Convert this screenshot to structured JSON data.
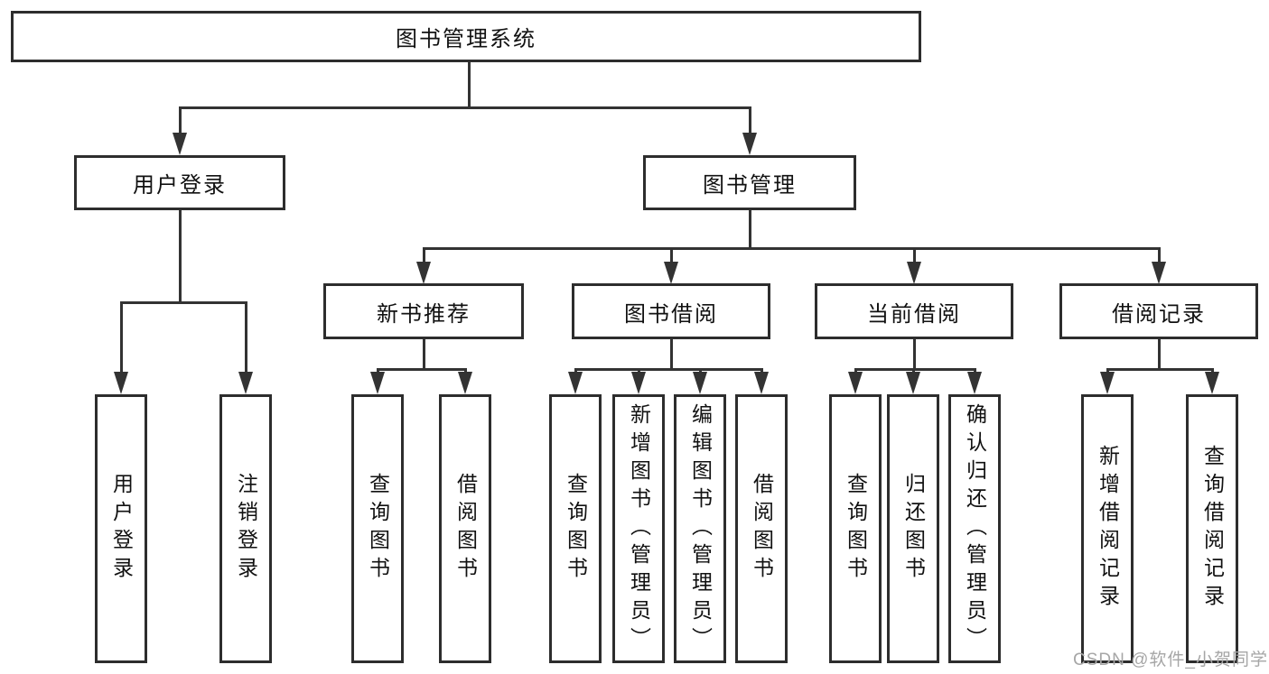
{
  "colors": {
    "line": "#333333",
    "box_border": "#2d2d2d",
    "text": "#111111",
    "watermark": "#a6a6a6",
    "background": "#ffffff"
  },
  "tree": {
    "label": "图书管理系统",
    "children": [
      {
        "label": "用户登录",
        "children": [
          {
            "label": "用户登录"
          },
          {
            "label": "注销登录"
          }
        ]
      },
      {
        "label": "图书管理",
        "children": [
          {
            "label": "新书推荐",
            "children": [
              {
                "label": "查询图书"
              },
              {
                "label": "借阅图书"
              }
            ]
          },
          {
            "label": "图书借阅",
            "children": [
              {
                "label": "查询图书"
              },
              {
                "label": "新增图书（管理员）"
              },
              {
                "label": "编辑图书（管理员）"
              },
              {
                "label": "借阅图书"
              }
            ]
          },
          {
            "label": "当前借阅",
            "children": [
              {
                "label": "查询图书"
              },
              {
                "label": "归还图书"
              },
              {
                "label": "确认归还（管理员）"
              }
            ]
          },
          {
            "label": "借阅记录",
            "children": [
              {
                "label": "新增借阅记录"
              },
              {
                "label": "查询借阅记录"
              }
            ]
          }
        ]
      }
    ]
  },
  "watermark": "CSDN @软件_小贺同学"
}
